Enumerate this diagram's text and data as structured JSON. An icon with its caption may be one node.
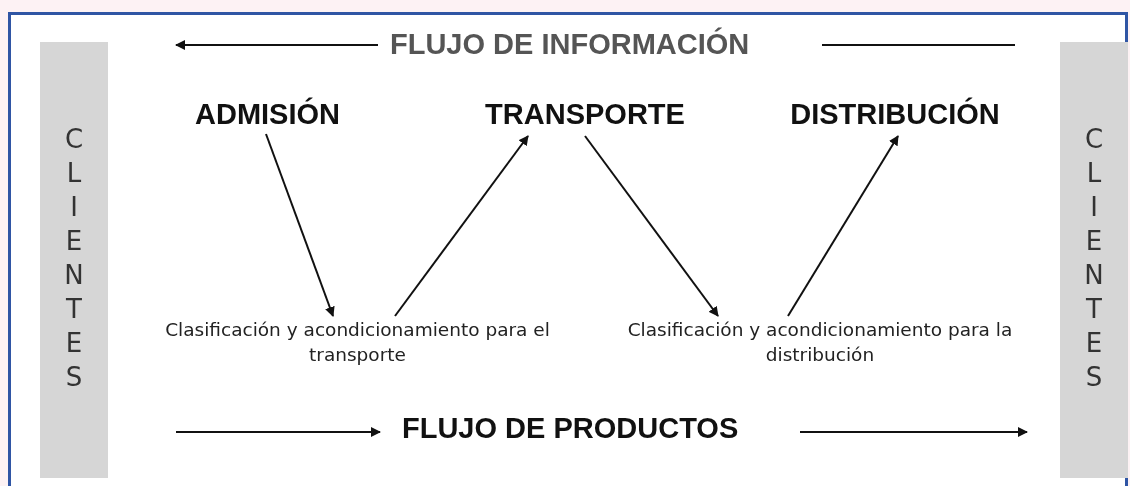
{
  "diagram": {
    "nodes": [
      {
        "text": [
          "CLIENTES"
        ]
      },
      {
        "text": [
          "ADMISIÓN"
        ]
      },
      {
        "text": [
          "TRANSPORTE"
        ]
      },
      {
        "text": [
          "DISTRIBUCIÓN"
        ]
      },
      {
        "text": [
          "Clasificación y acondicionamiento para el transporte"
        ]
      },
      {
        "text": [
          "Clasificación y acondicionamiento para la distribución"
        ]
      },
      {
        "text": [
          "CLIENTES"
        ]
      }
    ],
    "edges": [
      {
        "from": 1,
        "to": 4,
        "arrow": "to"
      },
      {
        "from": 4,
        "to": 2,
        "arrow": "to"
      },
      {
        "from": 2,
        "to": 5,
        "arrow": "to"
      },
      {
        "from": 5,
        "to": 3,
        "arrow": "to"
      }
    ],
    "labels": [
      "FLUJO DE INFORMACIÓN",
      "FLUJO DE PRODUCTOS"
    ]
  }
}
